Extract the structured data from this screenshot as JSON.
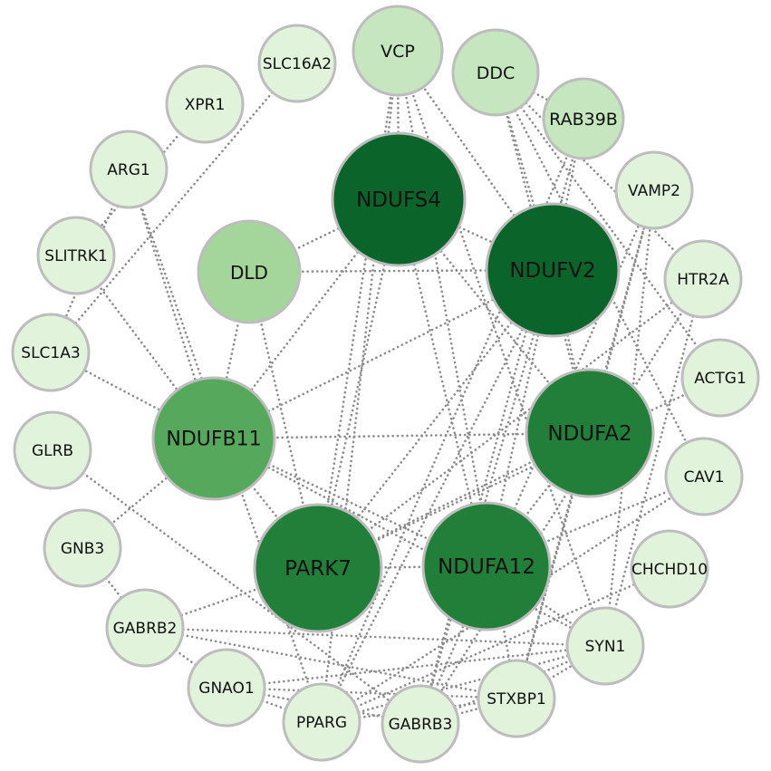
{
  "network": {
    "colors": {
      "level-1": "#e2f3dc",
      "level-2": "#c6e6bf",
      "level-3": "#a4d69c",
      "level-4": "#56a95c",
      "level-5": "#217f3a",
      "level-6": "#0b642a",
      "stroke": "#bdbdbd",
      "edge": "#8c8c8c",
      "text-dark": "#111111"
    },
    "nodes": [
      {
        "id": "NDUFS4",
        "label": "NDUFS4",
        "level": 6
      },
      {
        "id": "NDUFV2",
        "label": "NDUFV2",
        "level": 6
      },
      {
        "id": "NDUFA2",
        "label": "NDUFA2",
        "level": 5
      },
      {
        "id": "NDUFA12",
        "label": "NDUFA12",
        "level": 5
      },
      {
        "id": "PARK7",
        "label": "PARK7",
        "level": 5
      },
      {
        "id": "NDUFB11",
        "label": "NDUFB11",
        "level": 4
      },
      {
        "id": "DLD",
        "label": "DLD",
        "level": 3
      },
      {
        "id": "VCP",
        "label": "VCP",
        "level": 2
      },
      {
        "id": "DDC",
        "label": "DDC",
        "level": 2
      },
      {
        "id": "RAB39B",
        "label": "RAB39B",
        "level": 2
      },
      {
        "id": "SLC16A2",
        "label": "SLC16A2",
        "level": 1
      },
      {
        "id": "XPR1",
        "label": "XPR1",
        "level": 1
      },
      {
        "id": "ARG1",
        "label": "ARG1",
        "level": 1
      },
      {
        "id": "SLITRK1",
        "label": "SLITRK1",
        "level": 1
      },
      {
        "id": "SLC1A3",
        "label": "SLC1A3",
        "level": 1
      },
      {
        "id": "GLRB",
        "label": "GLRB",
        "level": 1
      },
      {
        "id": "GNB3",
        "label": "GNB3",
        "level": 1
      },
      {
        "id": "GABRB2",
        "label": "GABRB2",
        "level": 1
      },
      {
        "id": "GNAO1",
        "label": "GNAO1",
        "level": 1
      },
      {
        "id": "PPARG",
        "label": "PPARG",
        "level": 1
      },
      {
        "id": "GABRB3",
        "label": "GABRB3",
        "level": 1
      },
      {
        "id": "STXBP1",
        "label": "STXBP1",
        "level": 1
      },
      {
        "id": "SYN1",
        "label": "SYN1",
        "level": 1
      },
      {
        "id": "CHCHD10",
        "label": "CHCHD10",
        "level": 1
      },
      {
        "id": "CAV1",
        "label": "CAV1",
        "level": 1
      },
      {
        "id": "ACTG1",
        "label": "ACTG1",
        "level": 1
      },
      {
        "id": "HTR2A",
        "label": "HTR2A",
        "level": 1
      },
      {
        "id": "VAMP2",
        "label": "VAMP2",
        "level": 1
      }
    ],
    "edges": [
      [
        "NDUFS4",
        "NDUFV2"
      ],
      [
        "NDUFS4",
        "DLD"
      ],
      [
        "NDUFS4",
        "NDUFA2"
      ],
      [
        "NDUFS4",
        "NDUFA12"
      ],
      [
        "NDUFS4",
        "PARK7"
      ],
      [
        "NDUFS4",
        "NDUFB11"
      ],
      [
        "NDUFS4",
        "VCP"
      ],
      [
        "NDUFV2",
        "DLD"
      ],
      [
        "NDUFV2",
        "NDUFA2"
      ],
      [
        "NDUFV2",
        "NDUFA12"
      ],
      [
        "NDUFV2",
        "PARK7"
      ],
      [
        "NDUFV2",
        "NDUFB11"
      ],
      [
        "NDUFV2",
        "VCP"
      ],
      [
        "NDUFV2",
        "DDC"
      ],
      [
        "NDUFV2",
        "RAB39B"
      ],
      [
        "NDUFV2",
        "GABRB3"
      ],
      [
        "NDUFV2",
        "PPARG"
      ],
      [
        "NDUFA2",
        "NDUFA12"
      ],
      [
        "NDUFA2",
        "PARK7"
      ],
      [
        "NDUFA2",
        "NDUFB11"
      ],
      [
        "NDUFA2",
        "DDC"
      ],
      [
        "NDUFA2",
        "VAMP2"
      ],
      [
        "NDUFA2",
        "STXBP1"
      ],
      [
        "NDUFA12",
        "PARK7"
      ],
      [
        "NDUFA12",
        "NDUFB11"
      ],
      [
        "NDUFA12",
        "SYN1"
      ],
      [
        "NDUFA12",
        "CAV1"
      ],
      [
        "PARK7",
        "NDUFB11"
      ],
      [
        "PARK7",
        "DLD"
      ],
      [
        "PARK7",
        "VCP"
      ],
      [
        "PARK7",
        "GABRB2"
      ],
      [
        "PARK7",
        "HTR2A"
      ],
      [
        "PARK7",
        "ACTG1"
      ],
      [
        "NDUFB11",
        "DLD"
      ],
      [
        "NDUFB11",
        "SLC1A3"
      ],
      [
        "NDUFB11",
        "SLITRK1"
      ],
      [
        "NDUFB11",
        "GNB3"
      ],
      [
        "NDUFB11",
        "ARG1"
      ],
      [
        "NDUFB11",
        "SYN1"
      ],
      [
        "VCP",
        "PPARG"
      ],
      [
        "VCP",
        "STXBP1"
      ],
      [
        "VCP",
        "SYN1"
      ],
      [
        "DDC",
        "RAB39B"
      ],
      [
        "DDC",
        "HTR2A"
      ],
      [
        "DDC",
        "ACTG1"
      ],
      [
        "DDC",
        "CAV1"
      ],
      [
        "RAB39B",
        "GABRB3"
      ],
      [
        "RAB39B",
        "PPARG"
      ],
      [
        "SLC16A2",
        "SLC1A3"
      ],
      [
        "XPR1",
        "SLITRK1"
      ],
      [
        "ARG1",
        "PPARG"
      ],
      [
        "ARG1",
        "SLC1A3"
      ],
      [
        "GLRB",
        "GABRB3"
      ],
      [
        "GNB3",
        "GABRB2"
      ],
      [
        "GABRB2",
        "GNAO1"
      ],
      [
        "GABRB2",
        "STXBP1"
      ],
      [
        "GABRB2",
        "SYN1"
      ],
      [
        "GNAO1",
        "GABRB3"
      ],
      [
        "GNAO1",
        "STXBP1"
      ],
      [
        "GNAO1",
        "SYN1"
      ],
      [
        "GNAO1",
        "PPARG"
      ],
      [
        "PPARG",
        "CAV1"
      ],
      [
        "PPARG",
        "STXBP1"
      ],
      [
        "PPARG",
        "SYN1"
      ],
      [
        "PPARG",
        "CHCHD10"
      ],
      [
        "GABRB3",
        "STXBP1"
      ],
      [
        "GABRB3",
        "SYN1"
      ],
      [
        "GABRB3",
        "VAMP2"
      ],
      [
        "GABRB3",
        "HTR2A"
      ],
      [
        "STXBP1",
        "SYN1"
      ],
      [
        "SYN1",
        "VAMP2"
      ],
      [
        "SYN1",
        "HTR2A"
      ],
      [
        "VAMP2",
        "STXBP1"
      ]
    ]
  }
}
